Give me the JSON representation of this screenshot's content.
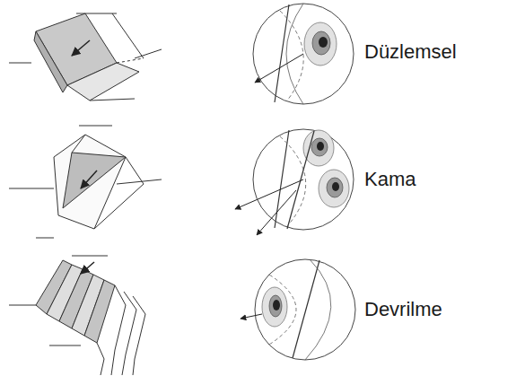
{
  "diagram": {
    "labels": [
      "Düzlemsel",
      "Kama",
      "Devrilme"
    ]
  }
}
